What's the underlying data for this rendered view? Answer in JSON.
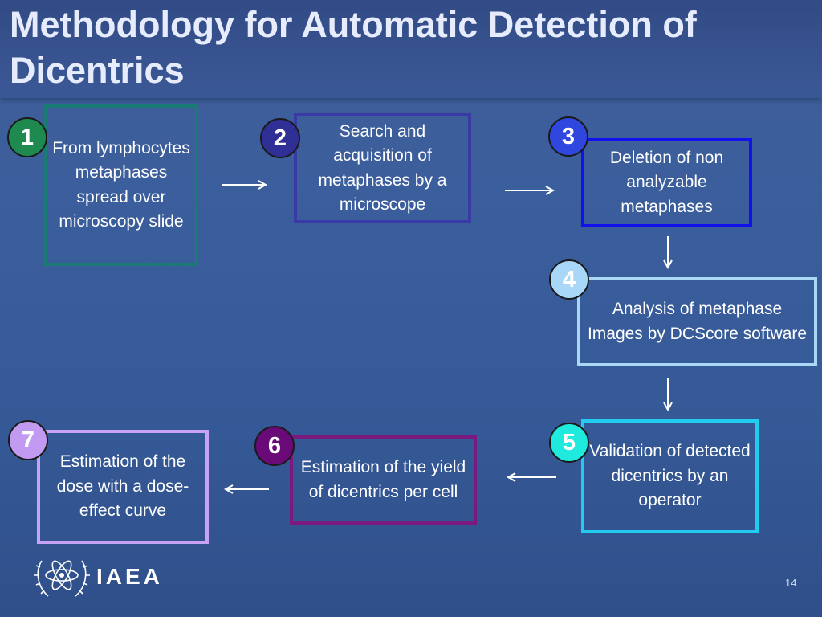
{
  "slide": {
    "title": "Methodology for Automatic Detection of Dicentrics",
    "page_number": "14",
    "logo_text": "IAEA"
  },
  "steps": [
    {
      "number": "1",
      "text": "From lymphocytes metaphases spread over microscopy slide",
      "border_color": "#1a7b75",
      "badge_color": "#1e8a50",
      "badge_text_color": "#ffffff"
    },
    {
      "number": "2",
      "text": "Search and acquisition of metaphases by a microscope",
      "border_color": "#3a3aa6",
      "badge_color": "#2f2f96",
      "badge_text_color": "#ffffff"
    },
    {
      "number": "3",
      "text": "Deletion of non analyzable metaphases",
      "border_color": "#1111ee",
      "badge_color": "#2f46df",
      "badge_text_color": "#ffffff"
    },
    {
      "number": "4",
      "text": "Analysis of metaphase Images by DCScore software",
      "border_color": "#a9d7f5",
      "badge_color": "#a9d7f7",
      "badge_text_color": "#ffffff"
    },
    {
      "number": "5",
      "text": "Validation of detected dicentrics by an operator",
      "border_color": "#22ccee",
      "badge_color": "#1eeadd",
      "badge_text_color": "#ffffff"
    },
    {
      "number": "6",
      "text": "Estimation of the yield of dicentrics per cell",
      "border_color": "#7a1a7e",
      "badge_color": "#6a0a78",
      "badge_text_color": "#ffffff"
    },
    {
      "number": "7",
      "text": "Estimation of the dose with a dose-effect curve",
      "border_color": "#c7a2f5",
      "badge_color": "#c39af2",
      "badge_text_color": "#ffffff"
    }
  ],
  "connectors": [
    {
      "from": "1",
      "to": "2",
      "direction": "right"
    },
    {
      "from": "2",
      "to": "3",
      "direction": "right"
    },
    {
      "from": "3",
      "to": "4",
      "direction": "down"
    },
    {
      "from": "4",
      "to": "5",
      "direction": "down"
    },
    {
      "from": "5",
      "to": "6",
      "direction": "left"
    },
    {
      "from": "6",
      "to": "7",
      "direction": "left"
    }
  ],
  "icons": {
    "logo": "iaea-atom-laurel-logo"
  }
}
